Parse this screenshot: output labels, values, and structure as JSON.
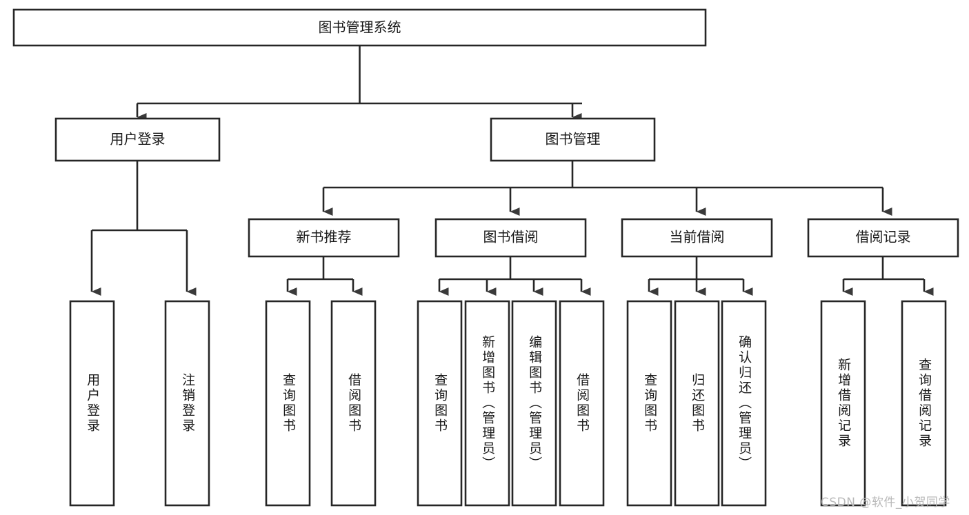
{
  "diagram": {
    "title": "图书管理系统",
    "type": "hierarchy-tree",
    "root": {
      "id": "root",
      "label": "图书管理系统",
      "orientation": "horizontal"
    },
    "level2": [
      {
        "id": "user-login",
        "label": "用户登录",
        "orientation": "horizontal"
      },
      {
        "id": "book-manage",
        "label": "图书管理",
        "orientation": "horizontal"
      }
    ],
    "level3": [
      {
        "id": "new-book-recommend",
        "label": "新书推荐",
        "parent": "book-manage",
        "orientation": "horizontal"
      },
      {
        "id": "book-borrow",
        "label": "图书借阅",
        "parent": "book-manage",
        "orientation": "horizontal"
      },
      {
        "id": "current-borrow",
        "label": "当前借阅",
        "parent": "book-manage",
        "orientation": "horizontal"
      },
      {
        "id": "borrow-record",
        "label": "借阅记录",
        "parent": "book-manage",
        "orientation": "horizontal"
      }
    ],
    "leaves": [
      {
        "id": "leaf-user-login",
        "label": "用户登录",
        "parent": "user-login",
        "orientation": "vertical"
      },
      {
        "id": "leaf-user-logout",
        "label": "注销登录",
        "parent": "user-login",
        "orientation": "vertical"
      },
      {
        "id": "leaf-query-book-1",
        "label": "查询图书",
        "parent": "new-book-recommend",
        "orientation": "vertical"
      },
      {
        "id": "leaf-borrow-book-1",
        "label": "借阅图书",
        "parent": "new-book-recommend",
        "orientation": "vertical"
      },
      {
        "id": "leaf-query-book-2",
        "label": "查询图书",
        "parent": "book-borrow",
        "orientation": "vertical"
      },
      {
        "id": "leaf-add-book",
        "label": "新增图书（管理员）",
        "parent": "book-borrow",
        "orientation": "vertical"
      },
      {
        "id": "leaf-edit-book",
        "label": "编辑图书（管理员）",
        "parent": "book-borrow",
        "orientation": "vertical"
      },
      {
        "id": "leaf-borrow-book-2",
        "label": "借阅图书",
        "parent": "book-borrow",
        "orientation": "vertical"
      },
      {
        "id": "leaf-query-book-3",
        "label": "查询图书",
        "parent": "current-borrow",
        "orientation": "vertical"
      },
      {
        "id": "leaf-return-book",
        "label": "归还图书",
        "parent": "current-borrow",
        "orientation": "vertical"
      },
      {
        "id": "leaf-confirm-return",
        "label": "确认归还（管理员）",
        "parent": "current-borrow",
        "orientation": "vertical"
      },
      {
        "id": "leaf-add-record",
        "label": "新增借阅记录",
        "parent": "borrow-record",
        "orientation": "vertical"
      },
      {
        "id": "leaf-query-record",
        "label": "查询借阅记录",
        "parent": "borrow-record",
        "orientation": "vertical"
      }
    ],
    "colors": {
      "box_stroke": "#262626",
      "box_fill": "#ffffff",
      "text": "#1a1a1a",
      "background": "#ffffff",
      "watermark": "#b9b9b9"
    }
  },
  "watermark": {
    "text": "CSDN @软件_小贺同学"
  }
}
